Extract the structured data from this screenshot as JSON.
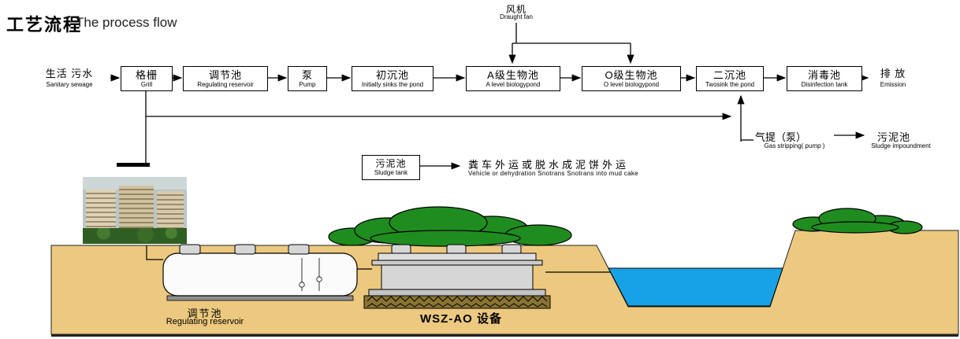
{
  "title": {
    "zh": "工艺流程",
    "en": "The process flow"
  },
  "flow": {
    "source": {
      "zh": "生活 污水",
      "en": "Sanitary sewage"
    },
    "fan": {
      "zh": "风机",
      "en": "Draught fan"
    },
    "nodes": [
      {
        "zh": "格栅",
        "en": "Grill"
      },
      {
        "zh": "调节池",
        "en": "Regulating reservoir"
      },
      {
        "zh": "泵",
        "en": "Pump"
      },
      {
        "zh": "初沉池",
        "en": "Initially sinks the pond"
      },
      {
        "zh": "A级生物池",
        "en": "A level biologypond"
      },
      {
        "zh": "O级生物池",
        "en": "O level biologypond"
      },
      {
        "zh": "二沉池",
        "en": "Twosink the pond"
      },
      {
        "zh": "消毒池",
        "en": "Disinfection tank"
      }
    ],
    "outlet": {
      "zh": "排 放",
      "en": "Emission"
    },
    "sludge_tank": {
      "zh": "污泥池",
      "en": "Sludge tank"
    },
    "sludge_disposal": {
      "zh": "粪车外运或脱水成泥饼外运",
      "en": "Vehicle or dehydration Snotrans Snotrans into mud cake"
    },
    "gas_stripping": {
      "zh": "气提（泵）",
      "en": "Gas stripping( pump )"
    },
    "sludge_impoundment": {
      "zh": "污泥池",
      "en": "Sludge impoundment"
    }
  },
  "illustration": {
    "regulating_label": {
      "zh": "调节池",
      "en": "Regulating reservoir"
    },
    "equipment_label": "WSZ-AO 设备",
    "colors": {
      "ground": "#ecc97f",
      "water": "#18a2e6",
      "bush": "#1f8c1f",
      "tank": "#d6d6d6",
      "gravel": "#8a7433"
    }
  }
}
